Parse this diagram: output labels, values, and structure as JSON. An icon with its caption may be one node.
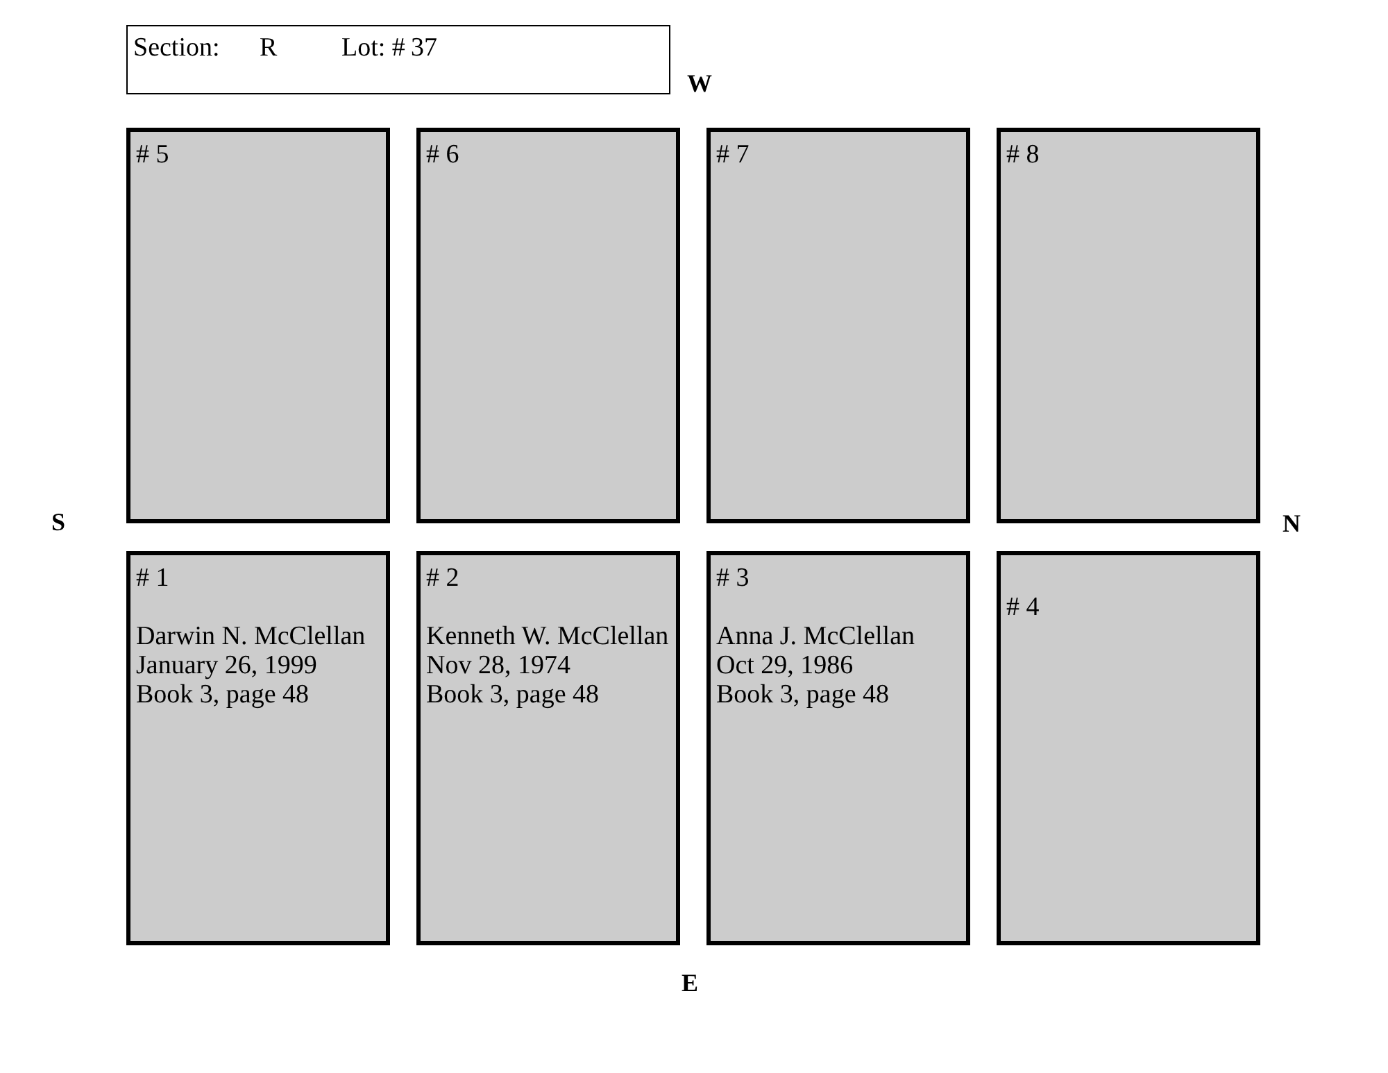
{
  "diagram": {
    "nodes": [
      {
        "text": [
          "Section:",
          "R",
          "Lot: #",
          "37"
        ]
      },
      {
        "text": [
          "# 5"
        ]
      },
      {
        "text": [
          "# 6"
        ]
      },
      {
        "text": [
          "# 7"
        ]
      },
      {
        "text": [
          "# 8"
        ]
      },
      {
        "text": [
          "# 1",
          "Darwin N. McClellan",
          "January 26, 1999",
          "Book 3, page 48"
        ]
      },
      {
        "text": [
          "# 2",
          "Kenneth W. McClellan",
          "Nov 28, 1974",
          "Book 3, page 48"
        ]
      },
      {
        "text": [
          "# 3",
          "Anna J. McClellan",
          "Oct 29, 1986",
          "Book 3, page 48"
        ]
      },
      {
        "text": [
          "# 4"
        ]
      }
    ],
    "labels": [
      "W",
      "S",
      "N",
      "E"
    ]
  }
}
